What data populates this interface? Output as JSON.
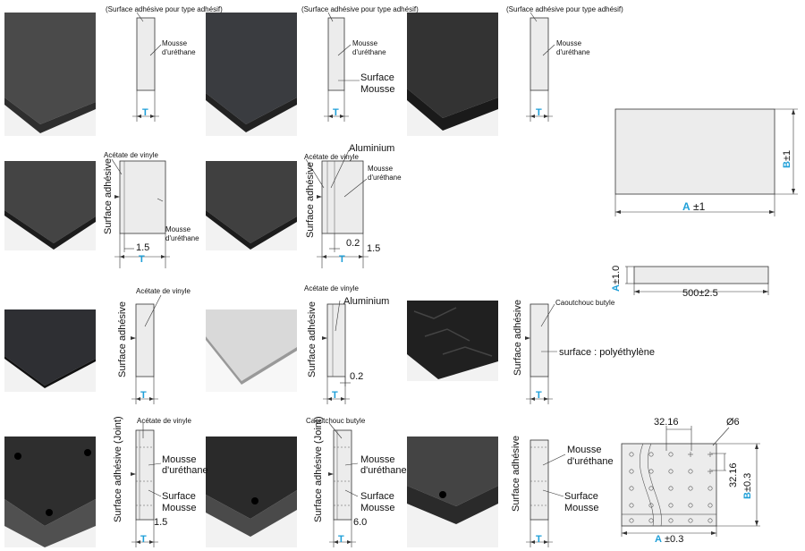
{
  "labels": {
    "adhesive_note": "(Surface adhésive pour type adhésif)",
    "urethane_foam_l1": "Mousse",
    "urethane_foam_l2": "d'uréthane",
    "foam_surface_l1": "Surface",
    "foam_surface_l2": "Mousse",
    "vinyl_acetate": "Acétate de vinyle",
    "aluminium": "Aluminium",
    "adhesive_surface": "Surface adhésive",
    "adhesive_surface_joint": "Surface adhésive (Joint)",
    "butyl_rubber": "Caoutchouc butyle",
    "polyethylene_surface": "surface : polyéthylène",
    "thickness_symbol": "T"
  },
  "dims": {
    "d1_5": "1.5",
    "d0_2": "0.2",
    "d6_0": "6.0",
    "plate_a": "A",
    "plate_a_tol": "±1",
    "plate_b": "B",
    "plate_b_tol": "±1",
    "strip_a": "A",
    "strip_a_tol": "±1.0",
    "strip_len": "500±2.5",
    "perf_pitch_x": "32.16",
    "perf_pitch_y": "32.16",
    "perf_hole": "Ø6",
    "perf_a": "A",
    "perf_a_tol": "±0.3",
    "perf_b": "B",
    "perf_b_tol": "±0.3"
  },
  "colors": {
    "accent_blue": "#1e9fd8",
    "panel_fill": "#ececec",
    "line": "#333333"
  }
}
